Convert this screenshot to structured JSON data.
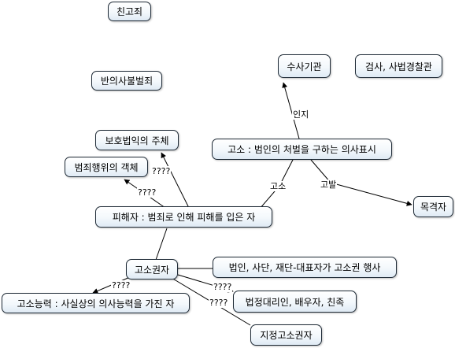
{
  "nodes": {
    "chingojoe": "친고죄",
    "banuisabulbeoljoe": "반의사불벌죄",
    "susagigwan": "수사기관",
    "geomsa": "검사, 사법경찰관",
    "bohobeobik": "보호법익의 주체",
    "beomjoe_gaekche": "범죄행위의 객체",
    "goso": "고소 : 범인의 처벌을 구하는 의사표시",
    "pihaeja": "피해자 : 범죄로 인해 피해를 입은 자",
    "mokgyeokja": "목격자",
    "gosogwonja": "고소권자",
    "beobin": "법인, 사단, 재단-대표자가 고소권 행사",
    "gosoneungryeok": "고소능력 : 사실상의 의사능력을 가진 자",
    "beopjeong": "법정대리인, 배우자, 친족",
    "jijeong": "지정고소권자"
  },
  "edge_labels": {
    "inji": "인지",
    "goso": "고소",
    "gobal": "고발",
    "unknown_1": "????",
    "unknown_2": "????",
    "unknown_3": "????",
    "unknown_4": "????",
    "unknown_5": "????"
  },
  "colors": {
    "node_border": "#1e2a36",
    "node_fill_top": "#ffffff",
    "node_fill_bottom": "#dfeaf4",
    "edge": "#000000"
  }
}
